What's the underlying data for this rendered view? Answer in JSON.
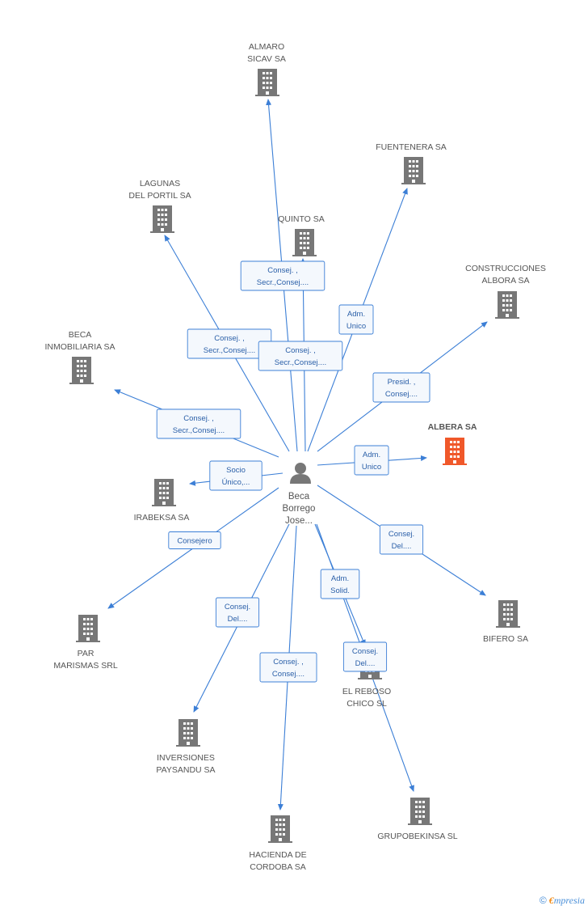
{
  "center": {
    "name_lines": [
      "Beca",
      "Borrego",
      "Jose..."
    ],
    "icon": "person-icon"
  },
  "companies": [
    {
      "id": "almaro",
      "lines": [
        "ALMARO",
        "SICAV SA"
      ],
      "highlight": false
    },
    {
      "id": "fuentenera",
      "lines": [
        "FUENTENERA SA"
      ],
      "highlight": false
    },
    {
      "id": "lagunas",
      "lines": [
        "LAGUNAS",
        "DEL PORTIL SA"
      ],
      "highlight": false
    },
    {
      "id": "quinto",
      "lines": [
        "QUINTO SA"
      ],
      "highlight": false
    },
    {
      "id": "construcciones",
      "lines": [
        "CONSTRUCCIONES",
        "ALBORA SA"
      ],
      "highlight": false
    },
    {
      "id": "beca",
      "lines": [
        "BECA",
        "INMOBILIARIA SA"
      ],
      "highlight": false
    },
    {
      "id": "albera",
      "lines": [
        "ALBERA SA"
      ],
      "highlight": true
    },
    {
      "id": "irabeksa",
      "lines": [
        "IRABEKSA SA"
      ],
      "highlight": false
    },
    {
      "id": "par",
      "lines": [
        "PAR",
        "MARISMAS SRL"
      ],
      "highlight": false
    },
    {
      "id": "bifero",
      "lines": [
        "BIFERO SA"
      ],
      "highlight": false
    },
    {
      "id": "reboso",
      "lines": [
        "EL REBOSO",
        "CHICO SL"
      ],
      "highlight": false
    },
    {
      "id": "inversiones",
      "lines": [
        "INVERSIONES",
        "PAYSANDU SA"
      ],
      "highlight": false
    },
    {
      "id": "grupobekinsa",
      "lines": [
        "GRUPOBEKINSA SL"
      ],
      "highlight": false
    },
    {
      "id": "hacienda",
      "lines": [
        "HACIENDA DE",
        "CORDOBA SA"
      ],
      "highlight": false
    }
  ],
  "edges": [
    {
      "to": "almaro",
      "label": [
        "Consej. ,",
        "Secr.,Consej...."
      ]
    },
    {
      "to": "lagunas",
      "label": [
        "Consej. ,",
        "Secr.,Consej...."
      ]
    },
    {
      "to": "quinto",
      "label": [
        "Consej. ,",
        "Secr.,Consej...."
      ]
    },
    {
      "to": "fuentenera",
      "label": [
        "Adm.",
        "Unico"
      ]
    },
    {
      "to": "construcciones",
      "label": [
        "Presid. ,",
        "Consej...."
      ]
    },
    {
      "to": "beca",
      "label": [
        "Consej. ,",
        "Secr.,Consej...."
      ]
    },
    {
      "to": "albera",
      "label": [
        "Adm.",
        "Unico"
      ]
    },
    {
      "to": "irabeksa",
      "label": [
        "Socio",
        "Único,..."
      ]
    },
    {
      "to": "par",
      "label": [
        "Consejero"
      ]
    },
    {
      "to": "bifero",
      "label": [
        "Consej.",
        "Del...."
      ]
    },
    {
      "to": "reboso",
      "label": [
        "Adm.",
        "Solid."
      ]
    },
    {
      "to": "grupobekinsa",
      "label": [
        "Consej.",
        "Del...."
      ]
    },
    {
      "to": "inversiones",
      "label": [
        "Consej.",
        "Del...."
      ]
    },
    {
      "to": "hacienda",
      "label": [
        "Consej. ,",
        "Consej...."
      ]
    }
  ],
  "colors": {
    "edge": "#3c7fd6",
    "building": "#777777",
    "highlight_building": "#f0582a",
    "person": "#777777"
  },
  "watermark": {
    "symbol": "©",
    "brand_initial": "€",
    "brand_rest": "mpresia"
  }
}
